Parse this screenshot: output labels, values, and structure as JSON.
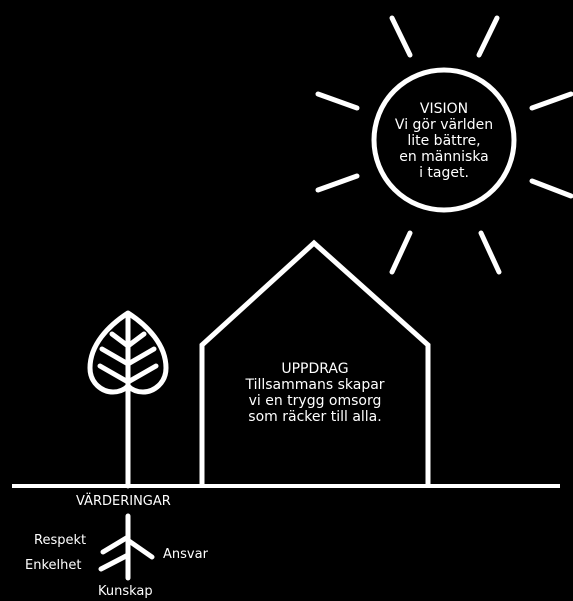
{
  "vision": {
    "title": "VISION",
    "lines": [
      "Vi gör världen",
      "lite bättre,",
      "en människa",
      "i taget."
    ]
  },
  "mission": {
    "title": "UPPDRAG",
    "lines": [
      "Tillsammans skapar",
      "vi en trygg omsorg",
      "som räcker till alla."
    ]
  },
  "values": {
    "title": "VÄRDERINGAR",
    "items": {
      "respekt": "Respekt",
      "enkelhet": "Enkelhet",
      "ansvar": "Ansvar",
      "kunskap": "Kunskap"
    }
  },
  "colors": {
    "background": "#000000",
    "foreground": "#ffffff"
  }
}
